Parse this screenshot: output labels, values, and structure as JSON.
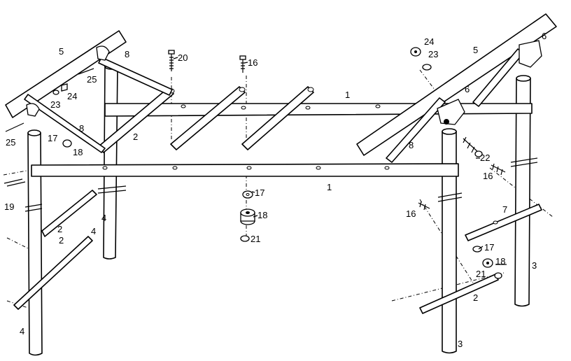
{
  "callouts": {
    "c1a": "1",
    "c1b": "1",
    "c2a": "2",
    "c2b": "2",
    "c2c": "2",
    "c2d": "2",
    "c3a": "3",
    "c3b": "3",
    "c4a": "4",
    "c4b": "4",
    "c4c": "4",
    "c5a": "5",
    "c5b": "5",
    "c6a": "6",
    "c6b": "6",
    "c7": "7",
    "c8a": "8",
    "c8b": "8",
    "c8c": "8",
    "c16a": "16",
    "c16b": "16",
    "c16c": "16",
    "c17a": "17",
    "c17b": "17",
    "c17c": "17",
    "c18a": "18",
    "c18b": "18",
    "c18c": "18",
    "c19": "19",
    "c20": "20",
    "c21a": "21",
    "c21b": "21",
    "c22": "22",
    "c23a": "23",
    "c23b": "23",
    "c24a": "24",
    "c24b": "24",
    "c25a": "25",
    "c25b": "25"
  }
}
